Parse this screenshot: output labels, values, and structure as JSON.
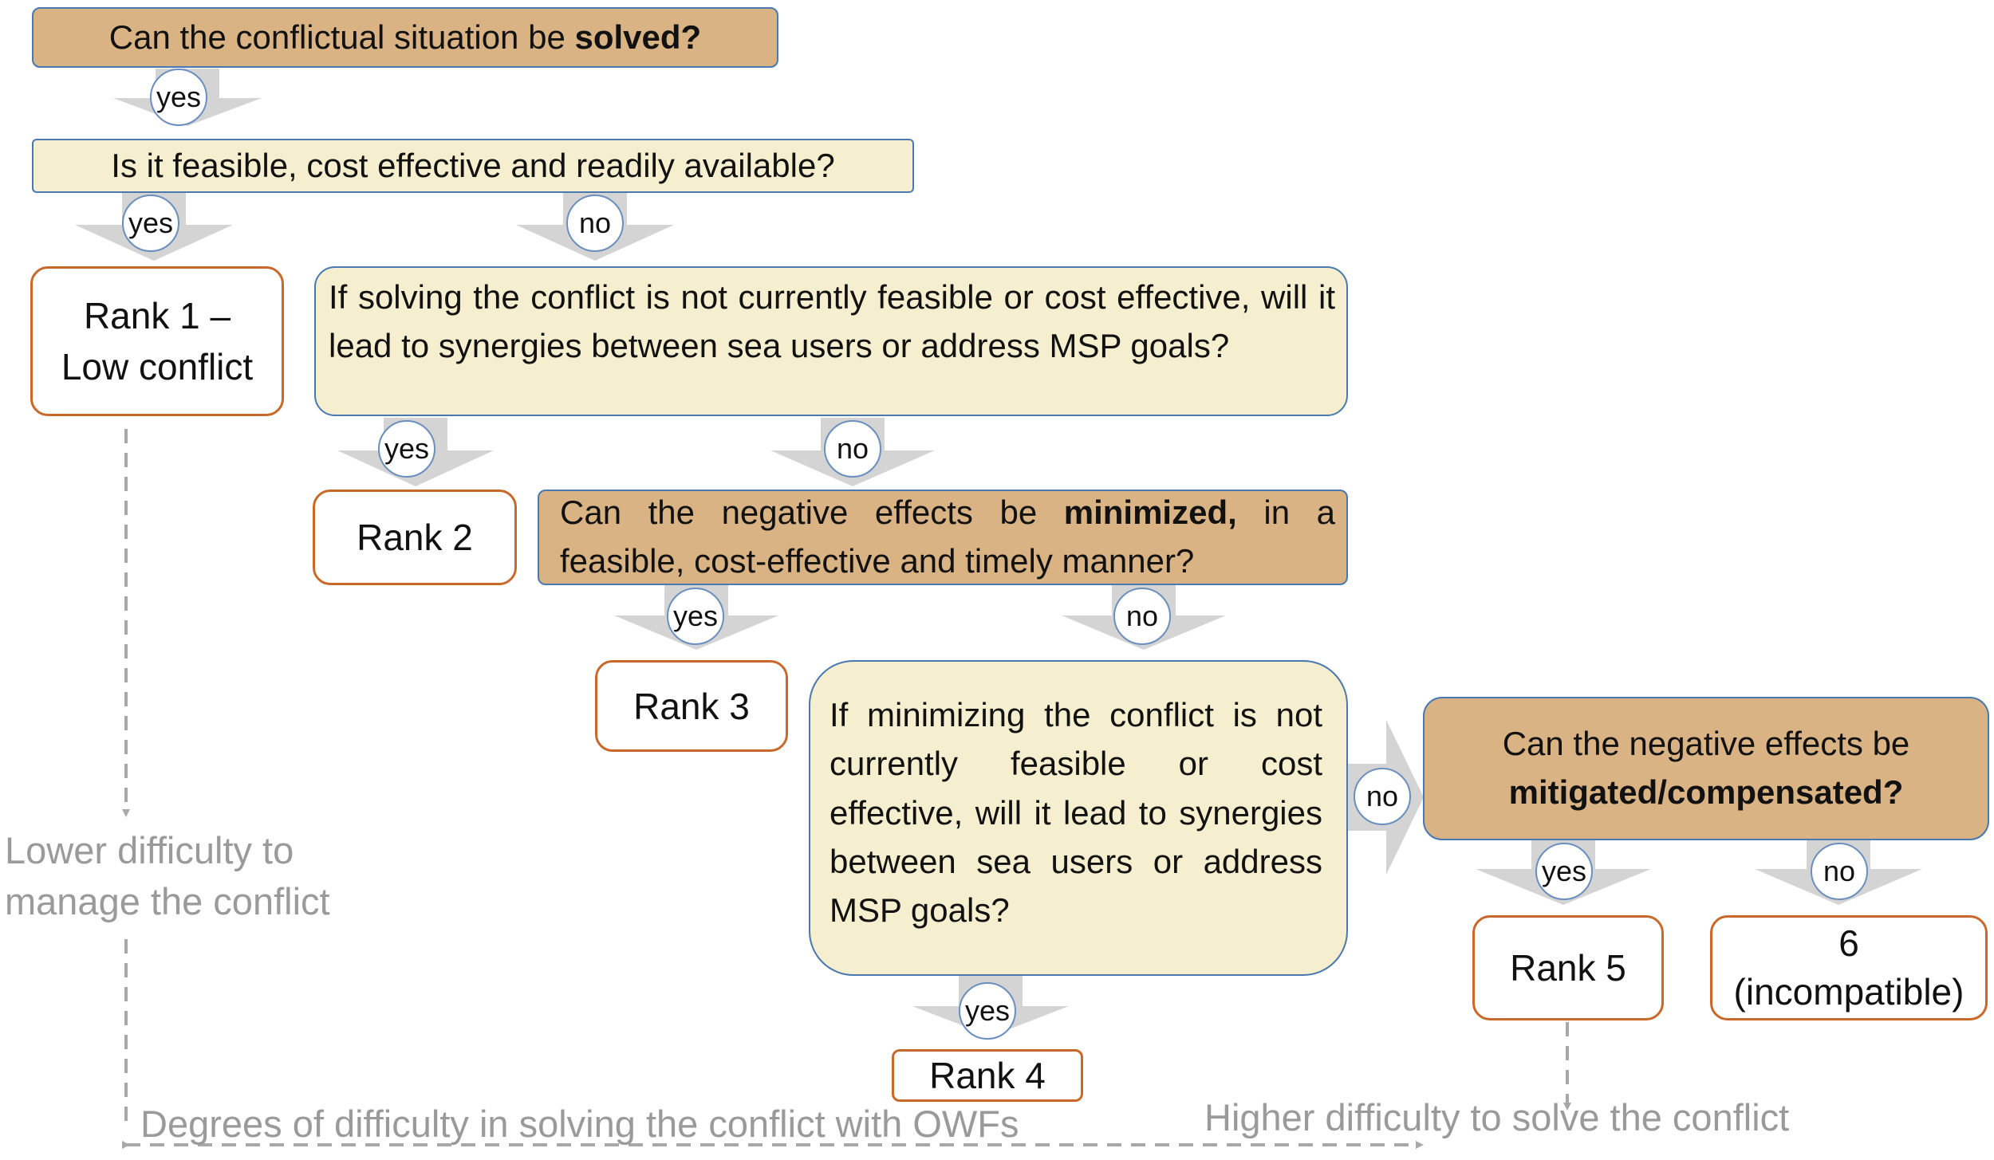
{
  "flowchart": {
    "questions": {
      "q1_prefix": "Can the conflictual situation be ",
      "q1_bold": "solved?",
      "q2": "Is it feasible, cost effective and readily available?",
      "q3": "If solving the conflict is not currently feasible or cost effective, will it lead to synergies between sea users or address MSP goals?",
      "q4_prefix": "Can the negative effects be ",
      "q4_bold": "minimized,",
      "q4_suffix": " in a feasible, cost-effective and timely manner?",
      "q5": "If minimizing the conflict is not currently feasible or cost effective, will it lead to synergies between sea users or address MSP goals?",
      "q6_prefix": "Can the negative effects be",
      "q6_bold": "mitigated/compensated?"
    },
    "ranks": {
      "rank1_line1": "Rank 1 –",
      "rank1_line2": "Low conflict",
      "rank2": "Rank 2",
      "rank3": "Rank 3",
      "rank4": "Rank 4",
      "rank5": "Rank 5",
      "rank6_line1": "6",
      "rank6_line2": "(incompatible)"
    },
    "answers": {
      "yes": "yes",
      "no": "no"
    },
    "axis": {
      "lower": "Lower difficulty to manage the conflict",
      "middle": "Degrees of difficulty in solving the conflict with OWFs",
      "higher": "Higher difficulty to solve the conflict"
    },
    "colors": {
      "dark_fill": "#d9b384",
      "light_fill": "#f6efcf",
      "box_border": "#4a78b0",
      "rank_border": "#c8692a",
      "arrow_gray": "#d4d4d4",
      "axis_gray": "#9a9a9a"
    }
  }
}
